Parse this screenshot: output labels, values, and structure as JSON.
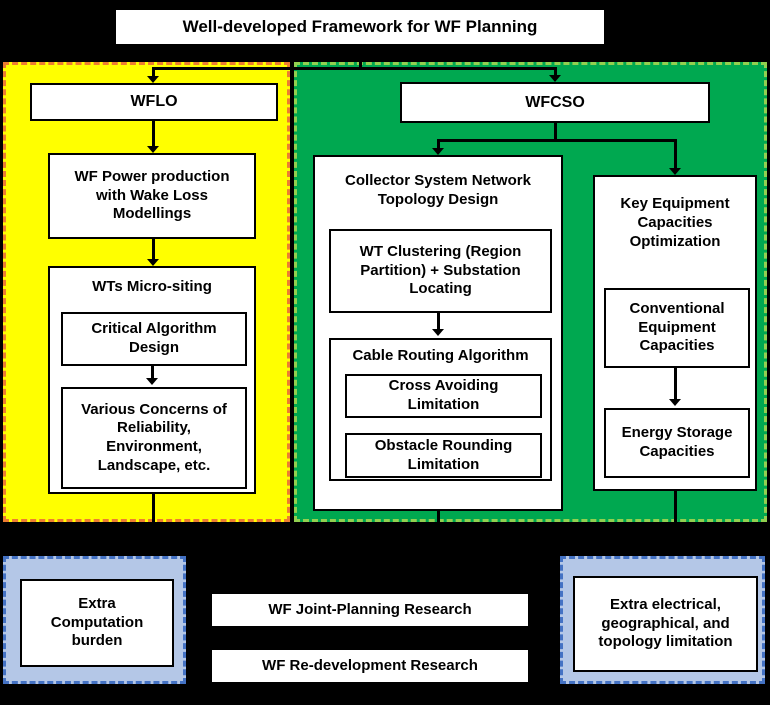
{
  "title": "Well-developed Framework for WF Planning",
  "wflo": {
    "header": "WFLO",
    "power": "WF Power production\nwith Wake Loss\nModellings",
    "micrositing_header": "WTs Micro-siting",
    "critical_algorithm": "Critical Algorithm\nDesign",
    "various_concerns": "Various Concerns of\nReliability,\nEnvironment,\nLandscape, etc."
  },
  "wfcso": {
    "header": "WFCSO",
    "collector_header": "Collector System Network\nTopology Design",
    "wt_clustering": "WT Clustering (Region\nPartition) + Substation\nLocating",
    "cable_routing_header": "Cable Routing Algorithm",
    "cross_avoiding": "Cross Avoiding\nLimitation",
    "obstacle_rounding": "Obstacle Rounding\nLimitation",
    "key_equipment_header": "Key Equipment\nCapacities\nOptimization",
    "conventional": "Conventional\nEquipment\nCapacities",
    "energy_storage": "Energy Storage\nCapacities"
  },
  "bottom": {
    "extra_computation": "Extra\nComputation\nburden",
    "joint_planning": "WF Joint-Planning Research",
    "redevelopment": "WF Re-development Research",
    "extra_limitation": "Extra electrical,\ngeographical, and\ntopology limitation"
  },
  "colors": {
    "background": "#000000",
    "wflo_panel_fill": "#FFFF00",
    "wflo_panel_border": "#ED7D31",
    "wfcso_panel_fill": "#00A850",
    "wfcso_panel_border": "#92D050",
    "note_panel_fill": "#B4C7E7",
    "note_panel_border": "#4472C4",
    "box_fill": "#FFFFFF",
    "line_color": "#000000"
  }
}
